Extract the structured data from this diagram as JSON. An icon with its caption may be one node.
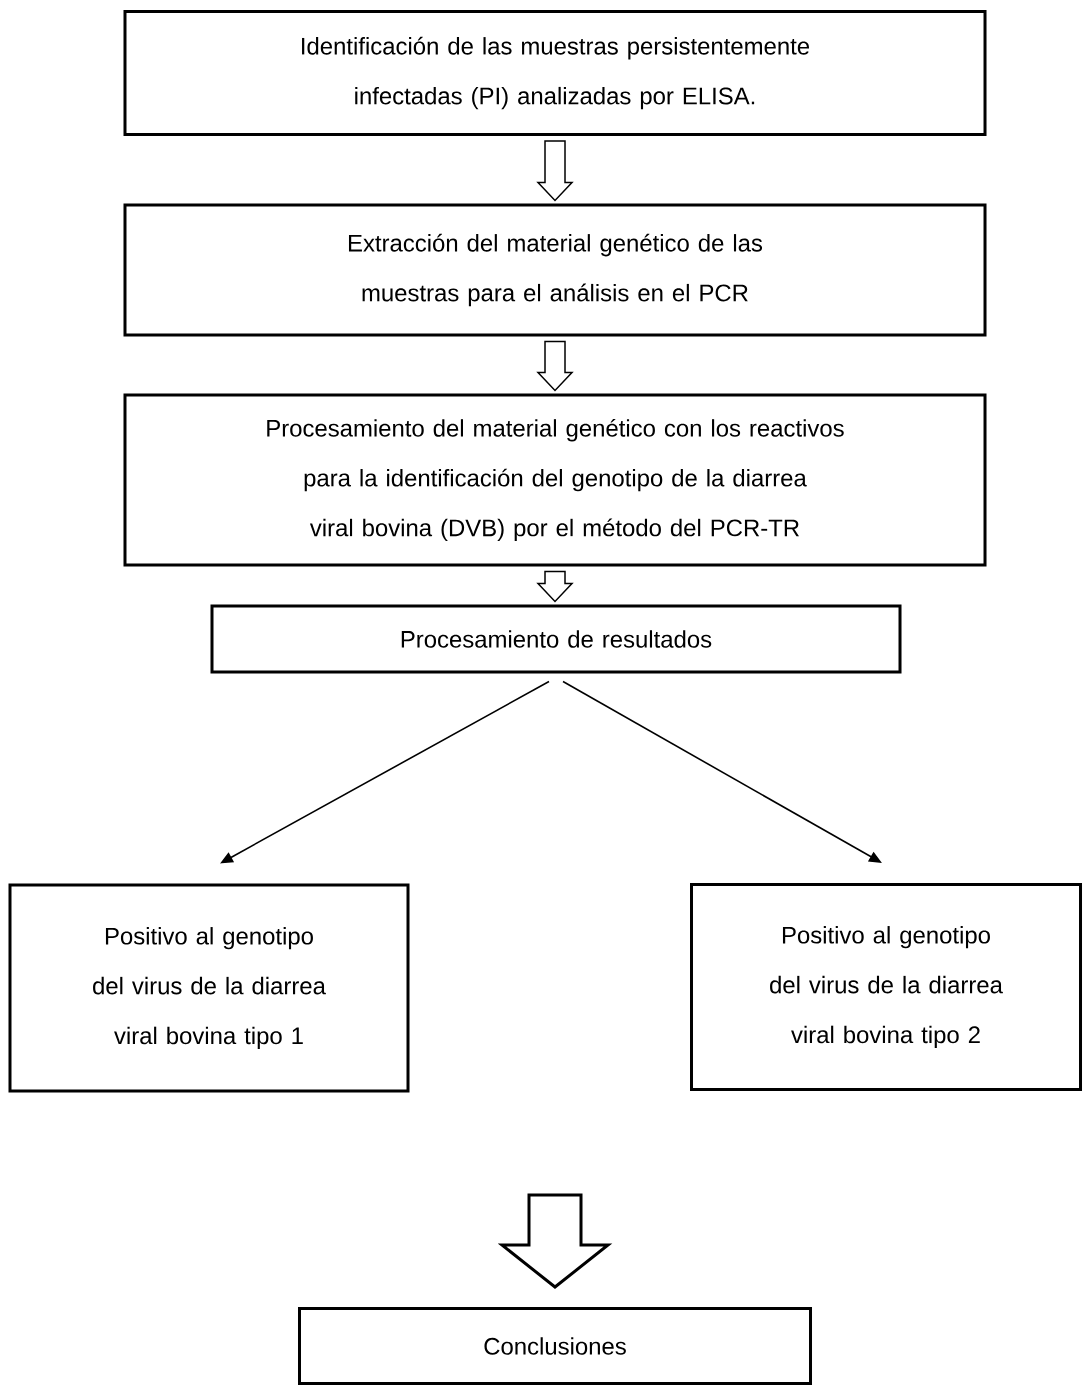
{
  "diagram": {
    "nodes": [
      {
        "text": [
          "Identificación de las muestras persistentemente infectadas (PI) analizadas por ELISA."
        ]
      },
      {
        "text": [
          "Extracción del material genético de las muestras para el análisis en el PCR"
        ]
      },
      {
        "text": [
          "Procesamiento del material genético con los reactivos para la identificación del genotipo de la diarrea viral bovina (DVB) por el método del PCR-TR"
        ]
      },
      {
        "text": [
          "Procesamiento de resultados"
        ]
      },
      {
        "text": [
          "Positivo al genotipo del virus de la diarrea viral bovina tipo 1"
        ]
      },
      {
        "text": [
          "Positivo al genotipo del virus de la diarrea viral bovina tipo 2"
        ]
      },
      {
        "text": [
          "Conclusiones"
        ]
      }
    ],
    "edges": [
      {
        "from": 0,
        "to": 1,
        "arrow": "to"
      },
      {
        "from": 1,
        "to": 2,
        "arrow": "to"
      },
      {
        "from": 2,
        "to": 3,
        "arrow": "to"
      },
      {
        "from": 3,
        "to": 4,
        "arrow": "to"
      },
      {
        "from": 3,
        "to": 5,
        "arrow": "to"
      },
      {
        "from": null,
        "to": 6,
        "arrow": "to",
        "style": "thick"
      }
    ]
  }
}
